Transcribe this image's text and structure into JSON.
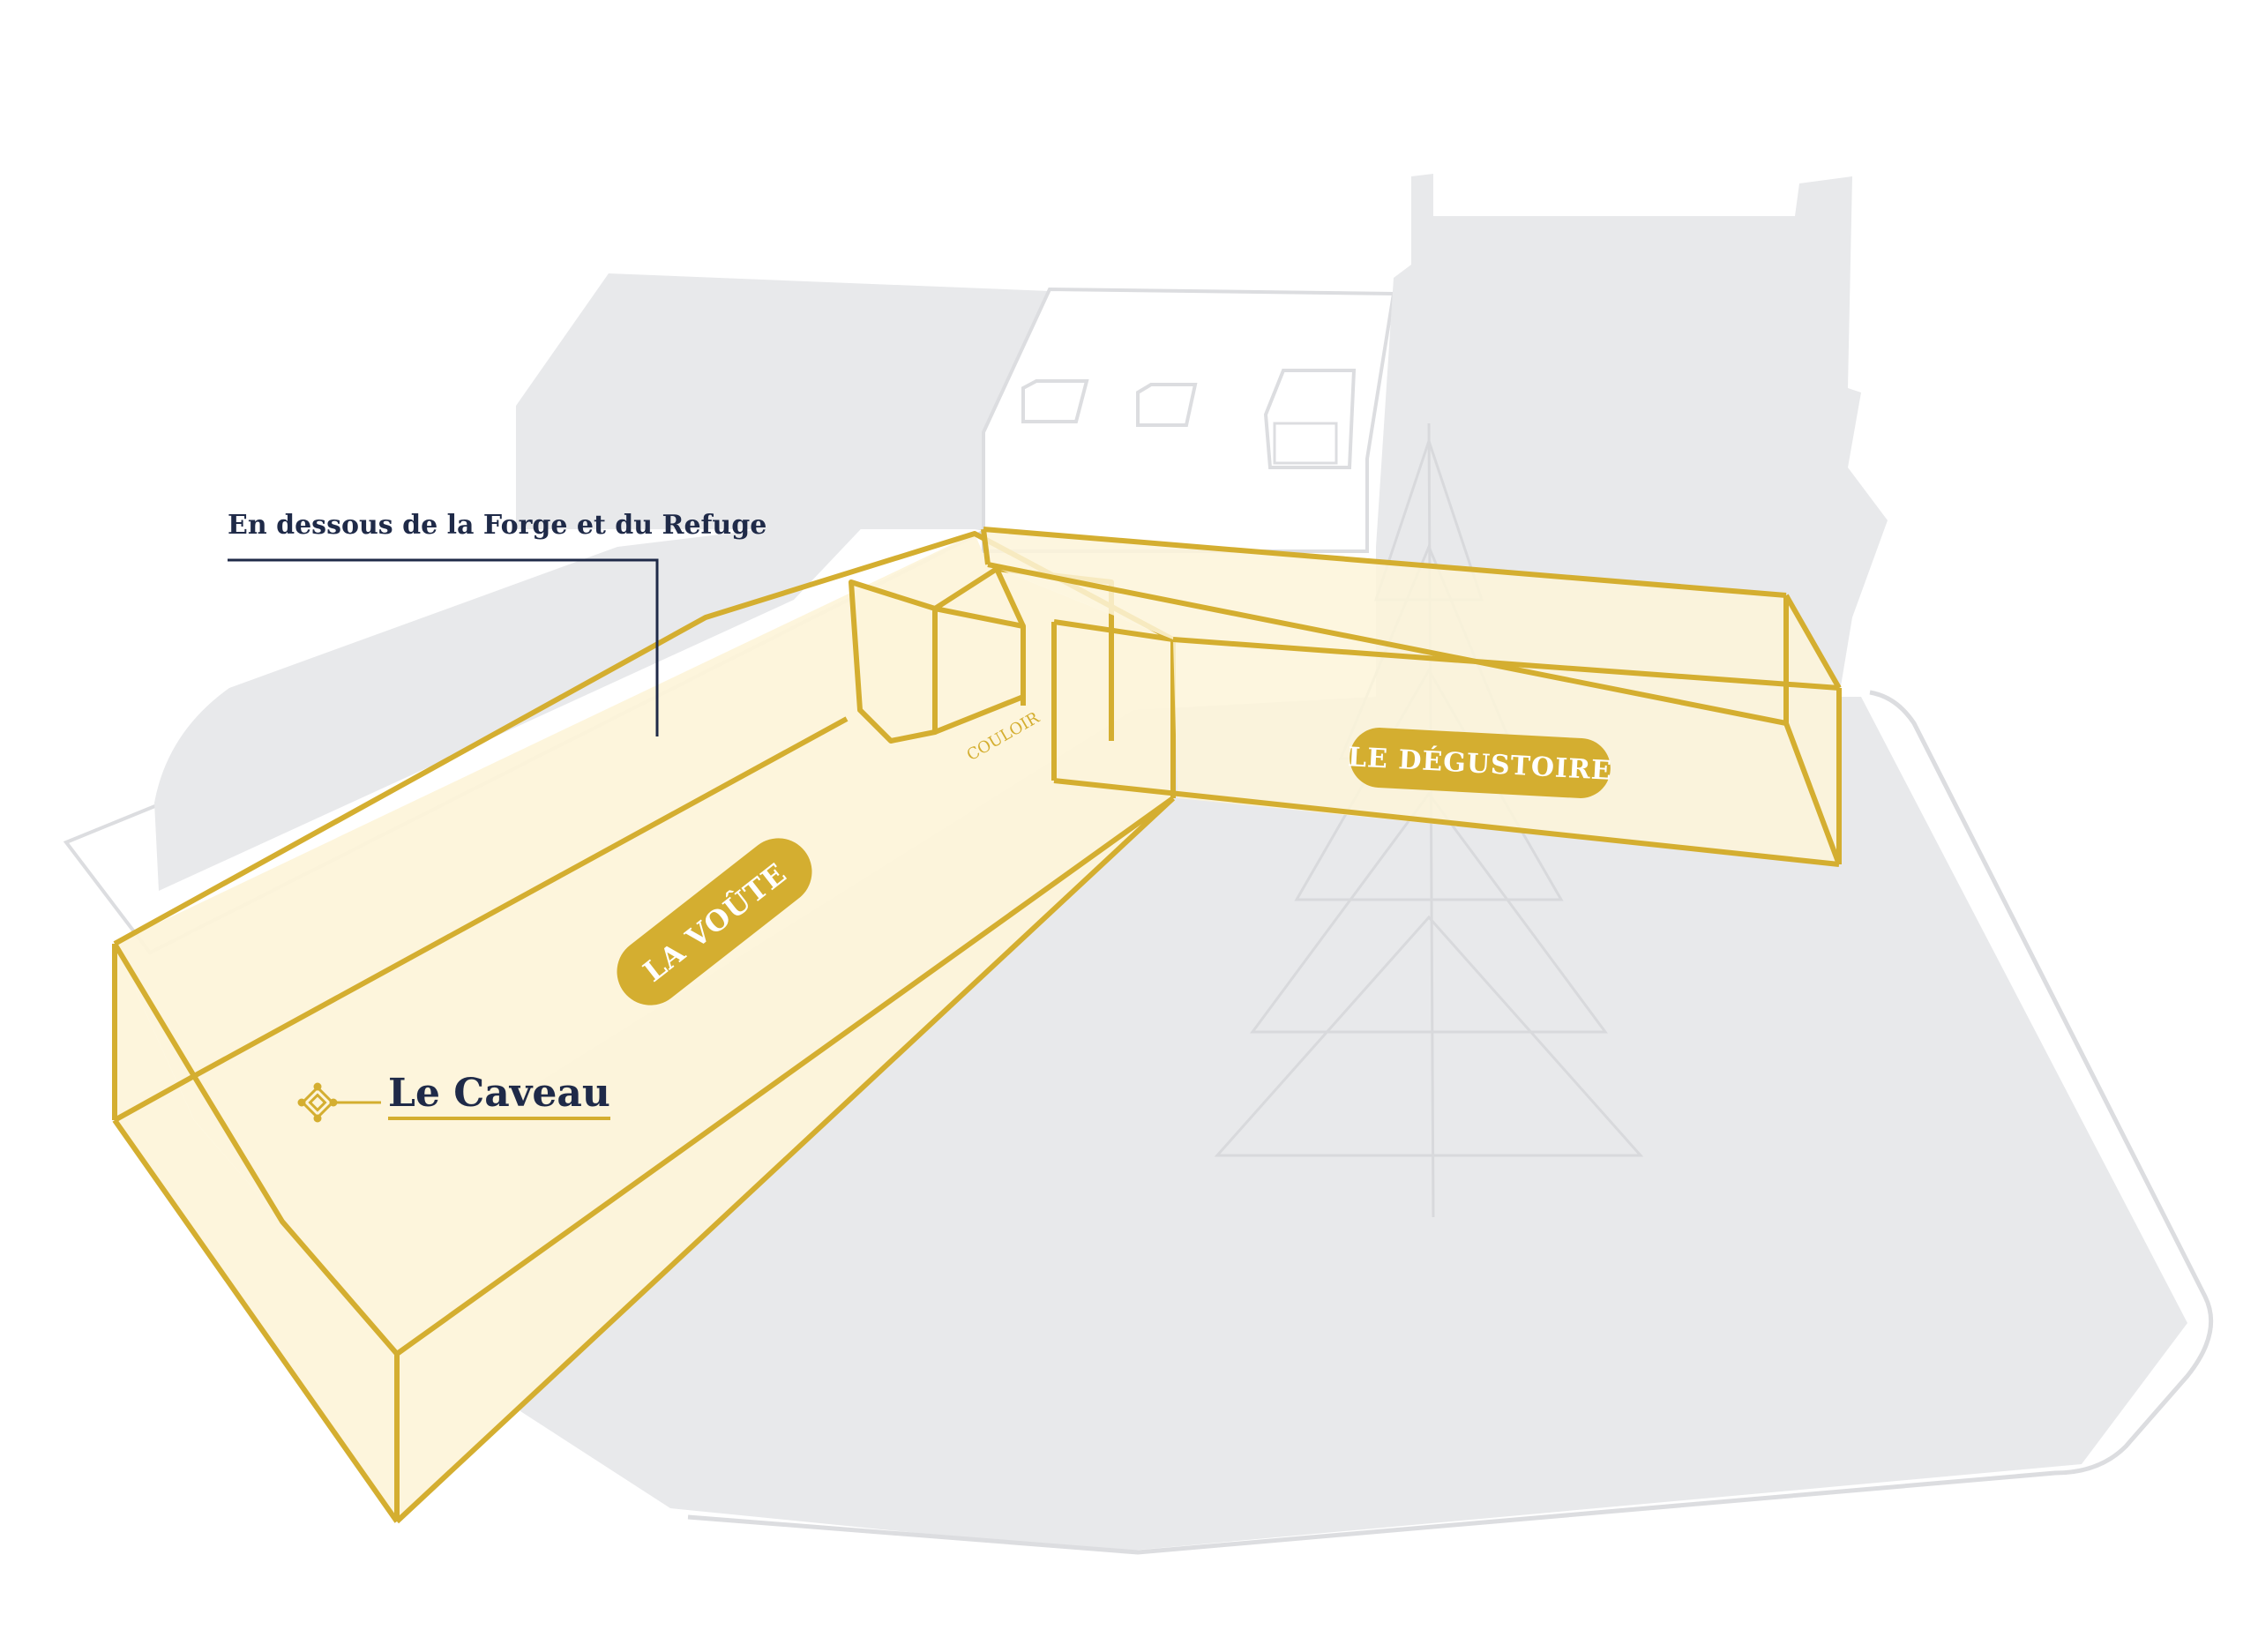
{
  "annotation": {
    "caption": "En dessous de la Forge et du Refuge"
  },
  "legend": {
    "label": "Le Caveau",
    "icon": "knot-ornament-icon"
  },
  "rooms": {
    "voute": "LA VOÛTE",
    "degustoire": "LE DÉGUSTOIRE",
    "couloir": "COULOIR"
  },
  "colors": {
    "gold": "#d4ae30",
    "gold_fill": "#fdf4d9",
    "navy": "#1f2a48",
    "ground": "#e8e9eb",
    "outline": "#dcdde0"
  }
}
